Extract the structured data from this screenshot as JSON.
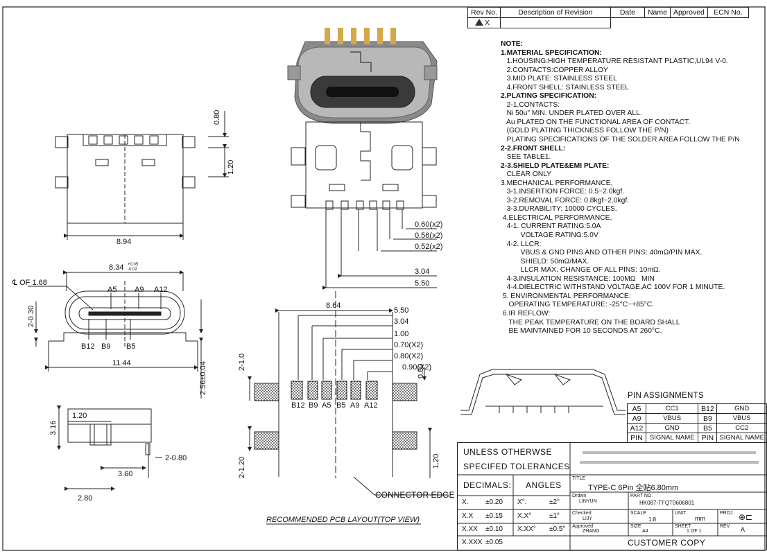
{
  "revision_table": {
    "headers": [
      "Rev No.",
      "Description of Revision",
      "Date",
      "Name",
      "Approved",
      "ECN No."
    ],
    "row": {
      "rev": "X"
    }
  },
  "notes": [
    {
      "t": "NOTE:",
      "b": true
    },
    {
      "t": "1.MATERIAL SPECIFICATION:",
      "b": true
    },
    {
      "t": "   1.HOUSING:HIGH TEMPERATURE RESISTANT PLASTIC,UL94 V-0."
    },
    {
      "t": "   2.CONTACTS:COPPER ALLOY"
    },
    {
      "t": "   3.MID PLATE: STAINLESS STEEL"
    },
    {
      "t": "   4.FRONT SHELL: STAINLESS STEEL"
    },
    {
      "t": "2.PLATING SPECIFICATION:",
      "b": true
    },
    {
      "t": "   2-1.CONTACTS:"
    },
    {
      "t": "   Ni 50u\" MIN. UNDER PLATED OVER ALL."
    },
    {
      "t": "   Au PLATED ON THE FUNCTIONAL AREA OF CONTACT."
    },
    {
      "t": "   (GOLD PLATING THICKNESS FOLLOW THE P/N)"
    },
    {
      "t": "   PLATING SPECIFICATIONS OF THE SOLDER AREA FOLLOW THE P/N"
    },
    {
      "t": "2-2.FRONT SHELL:",
      "b": true
    },
    {
      "t": "   SEE TABLE1."
    },
    {
      "t": "2-3.SHIELD PLATE&EMI PLATE:",
      "b": true
    },
    {
      "t": "   CLEAR ONLY"
    },
    {
      "t": "3.MECHANICAL PERFORMANCE,"
    },
    {
      "t": "   3-1.INSERTION FORCE: 0.5~2.0kgf."
    },
    {
      "t": "   3-2.REMOVAL FORCE: 0.8kgf~2.0kgf."
    },
    {
      "t": "   3-3.DURABILITY: 10000 CYCLES."
    },
    {
      "t": " 4.ELECTRICAL PERFORMANCE,"
    },
    {
      "t": "   4-1. CURRENT RATING:5.0A"
    },
    {
      "t": "          VOLTAGE RATING:5.0V"
    },
    {
      "t": "   4-2. LLCR:"
    },
    {
      "t": "          VBUS & GND PINS AND OTHER PINS: 40mΩ/PIN MAX."
    },
    {
      "t": "          SHIELD: 50mΩ/MAX."
    },
    {
      "t": "          LLCR MAX. CHANGE OF ALL PINS: 10mΩ."
    },
    {
      "t": "   4-3.INSULATION RESISTANCE: 100MΩ   MIN"
    },
    {
      "t": "   4-4.DIELECTRIC WITHSTAND VOLTAGE,AC 100V FOR 1 MINUTE."
    },
    {
      "t": " 5. ENVIRONMENTAL PERFORMANCE:"
    },
    {
      "t": "    OPERATING TEMPERATURE: -25°C~+85°C."
    },
    {
      "t": " 6.IR REFLOW:"
    },
    {
      "t": "    THE PEAK TEMPERATURE ON THE BOARD SHALL"
    },
    {
      "t": "    BE MAINTAINED FOR 10 SECONDS AT 260°C."
    }
  ],
  "pin_assignments": {
    "title": "PIN ASSIGNMENTS",
    "rows": [
      [
        "A5",
        "CC1",
        "B12",
        "GND"
      ],
      [
        "A9",
        "VBUS",
        "B9",
        "VBUS"
      ],
      [
        "A12",
        "GND",
        "B5",
        "CC2"
      ],
      [
        "PIN",
        "SIGNAL NAME",
        "PIN",
        "SIGNAL NAME"
      ]
    ]
  },
  "title_block": {
    "tol1": "UNLESS OTHERWSE",
    "tol2": "SPECIFED TOLERANCES",
    "decimals": "DECIMALS:",
    "angles": "ANGLES",
    "tol_rows": [
      [
        "X.",
        "±0.20",
        "X°.",
        "±2°"
      ],
      [
        "X.X",
        "±0.15",
        "X.X°",
        "±1°"
      ],
      [
        "X.XX",
        "±0.10",
        "X.XX°",
        "±0.5°"
      ],
      [
        "X.XXX",
        "±0.05",
        "",
        ""
      ]
    ],
    "title_label": "TITLE",
    "title": "TYPE-C  6Pin  全贴6.80mm",
    "drawn_label": "Drdwn",
    "drawn": "LINYUN",
    "partno_label": "PART NO.",
    "partno": "HK087-TFQT0606801",
    "checked_label": "Checked",
    "checked": "LIJY",
    "scale_label": "SCALE",
    "scale": "1:8",
    "unit_label": "UNIT.",
    "unit": "mm",
    "proj_label": "PROJ",
    "approved_label": "Approved",
    "approved": "ZHANG",
    "size_label": "SIZE",
    "size": "A4",
    "sheet_label": "SHEET",
    "sheet": "1 OF 1",
    "rev_label": "REV.",
    "rev": "A",
    "copy": "CUSTOMER COPY"
  },
  "dims": {
    "d080": "0.80",
    "d120": "1.20",
    "d894": "8.94",
    "d834": "8.34",
    "d834_tol_up": "+0.05",
    "d834_tol_dn": "-0.02",
    "cl": "℄ OF 1.68",
    "d2030": "2-0.30",
    "d1144": "11.44",
    "d256": "2.56±0.04",
    "A5": "A5",
    "A9": "A9",
    "A12": "A12",
    "B12": "B12",
    "B9": "B9",
    "B5": "B5",
    "d060": "0.60(x2)",
    "d056": "0.56(x2)",
    "d052": "0.52(x2)",
    "d304": "3.04",
    "d550": "5.50",
    "p864": "8.64",
    "p550": "5.50",
    "p304": "3.04",
    "p100": "1.00",
    "p070": "0.70(X2)",
    "p080": "0.80(X2)",
    "p090": "0.90(X2)",
    "p21": "2-1.0",
    "p080v": "0.80",
    "p2120": "2-1.20",
    "p120": "1.20",
    "pB12": "B12",
    "pB9": "B9",
    "pA5": "A5",
    "pB5": "B5",
    "pA9": "A9",
    "pA12": "A12",
    "connector_edge": "CONNECTOR EDGE",
    "pcb_title": "RECOMMENDED PCB LAYOUT(TOP VIEW)",
    "s316": "3.16",
    "s120": "1.20",
    "s2080": "2-0.80",
    "s360": "3.60",
    "s280": "2.80"
  }
}
